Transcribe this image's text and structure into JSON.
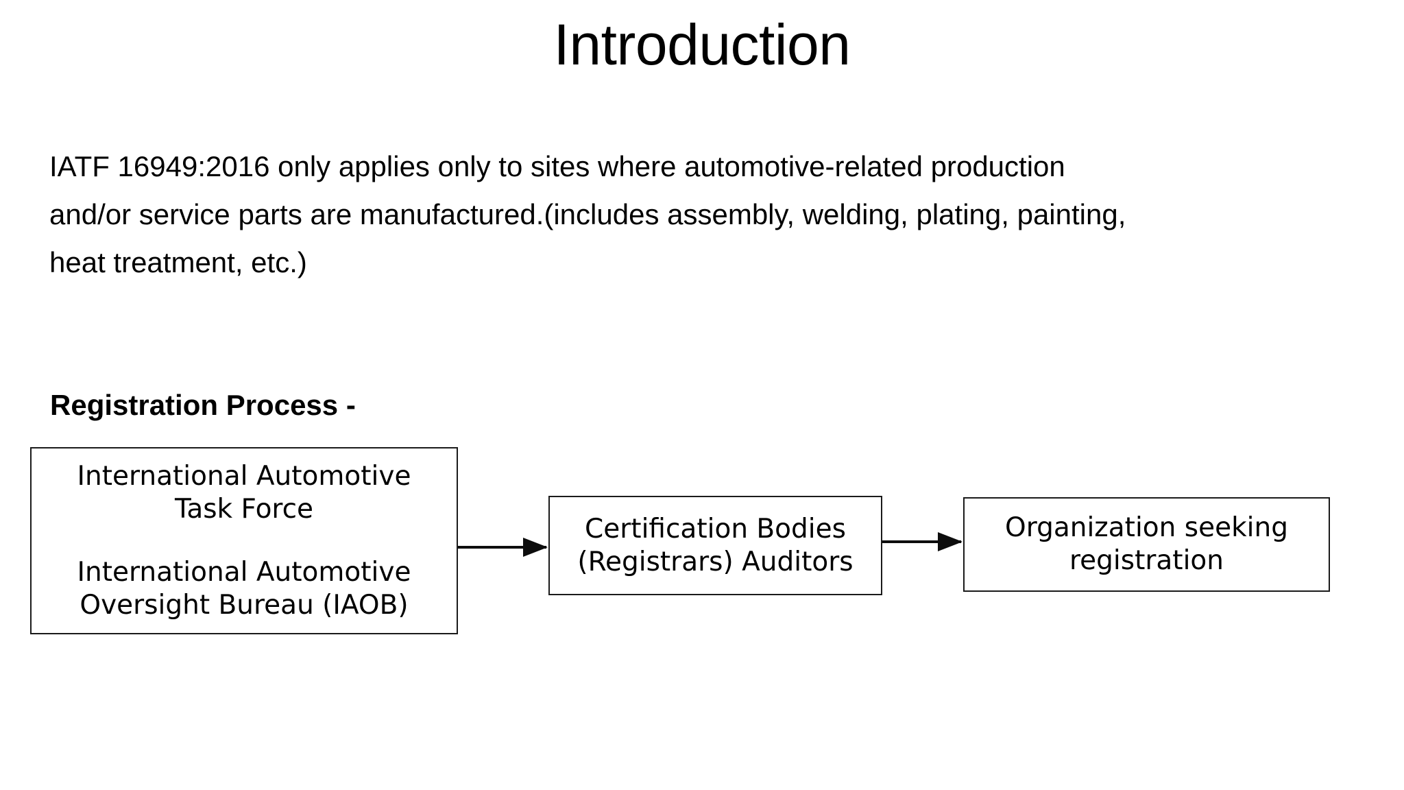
{
  "slide": {
    "title": "Introduction",
    "background_color": "#ffffff",
    "text_color": "#000000"
  },
  "body": {
    "lines": [
      "IATF 16949:2016 only applies only to sites where automotive-related production",
      "and/or service parts are manufactured.(includes assembly, welding, plating, painting,",
      "heat treatment, etc.)"
    ]
  },
  "section": {
    "heading": "Registration Process -"
  },
  "diagram": {
    "type": "flow",
    "border_color": "#1a1a1a",
    "boxes": [
      {
        "id": "international-automotive-task-force",
        "paragraphs": [
          "International Automotive\nTask Force",
          "International Automotive\nOversight Bureau (IAOB)"
        ]
      },
      {
        "id": "certification-bodies",
        "paragraphs": [
          "Certification Bodies\n(Registrars) Auditors"
        ]
      },
      {
        "id": "organization-seeking-registration",
        "paragraphs": [
          "Organization seeking\nregistration"
        ]
      }
    ],
    "arrows": [
      {
        "from": "international-automotive-task-force",
        "to": "certification-bodies"
      },
      {
        "from": "certification-bodies",
        "to": "organization-seeking-registration"
      }
    ]
  }
}
